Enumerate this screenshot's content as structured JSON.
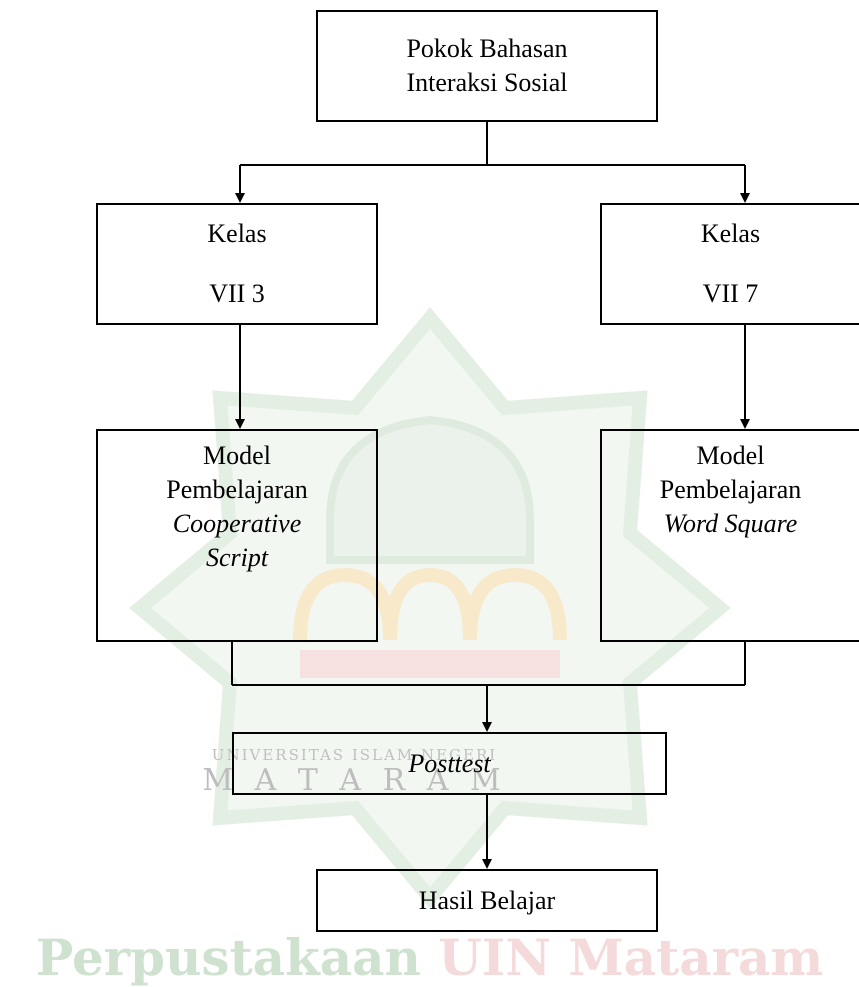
{
  "colors": {
    "line": "#000000",
    "watermark_green": "#cfe2cf",
    "watermark_gold": "#f3d8a2",
    "watermark_red": "#f2c7c7",
    "watermark_text": "#b8b8b8"
  },
  "nodes": {
    "topic": {
      "line1": "Pokok Bahasan",
      "line2": "Interaksi Sosial"
    },
    "class_a": {
      "line1": "Kelas",
      "line2": "VII 3"
    },
    "class_b": {
      "line1": "Kelas",
      "line2": "VII 7"
    },
    "model_a": {
      "line1": "Model",
      "line2": "Pembelajaran",
      "line3": "Cooperative",
      "line4": "Script"
    },
    "model_b": {
      "line1": "Model",
      "line2": "Pembelajaran",
      "line3": "Word Square"
    },
    "posttest": {
      "label": "Posttest"
    },
    "result": {
      "label": "Hasil Belajar"
    }
  },
  "watermark": {
    "university": "UNIVERSITAS ISLAM NEGERI",
    "city": "M A T A R A M",
    "library_part1": "Perpustakaan",
    "library_part2": "UIN Mataram"
  }
}
